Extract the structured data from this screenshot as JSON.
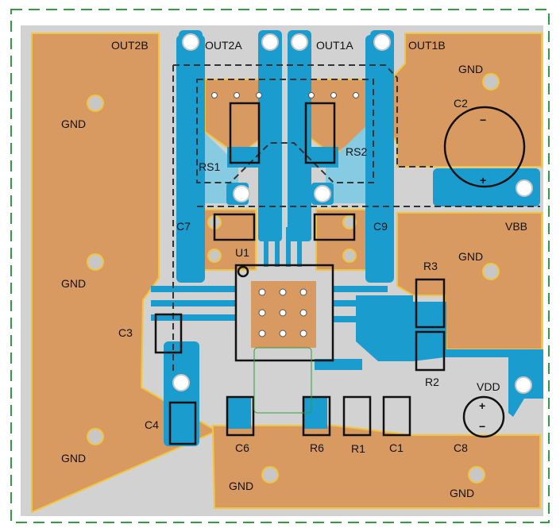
{
  "colors": {
    "board_outline": "#2e9e3f",
    "board_fill": "#d2d2d2",
    "copper": "#d99a62",
    "copper_edge": "#f2c53a",
    "trace": "#1a9ccf",
    "trace_light": "#87cbe3",
    "pad_ring": "#c7c7c7",
    "outline": "#111111",
    "silk_dash": "#333333",
    "via": "#ffffff"
  },
  "labels": {
    "out2b": "OUT2B",
    "out2a": "OUT2A",
    "out1a": "OUT1A",
    "out1b": "OUT1B",
    "gnd_tr": "GND",
    "gnd_tl": "GND",
    "gnd_ml": "GND",
    "gnd_bl": "GND",
    "gnd_bm": "GND",
    "gnd_br": "GND",
    "gnd_r": "GND",
    "c2": "C2",
    "rs1": "RS1",
    "rs2": "RS2",
    "c7": "C7",
    "c9": "C9",
    "vbb": "VBB",
    "u1": "U1",
    "r3": "R3",
    "r2": "R2",
    "c3": "C3",
    "c4": "C4",
    "vdd": "VDD",
    "c6": "C6",
    "r6": "R6",
    "r1": "R1",
    "c1": "C1",
    "c8": "C8"
  },
  "polarity": {
    "minus": "−",
    "plus": "+"
  }
}
